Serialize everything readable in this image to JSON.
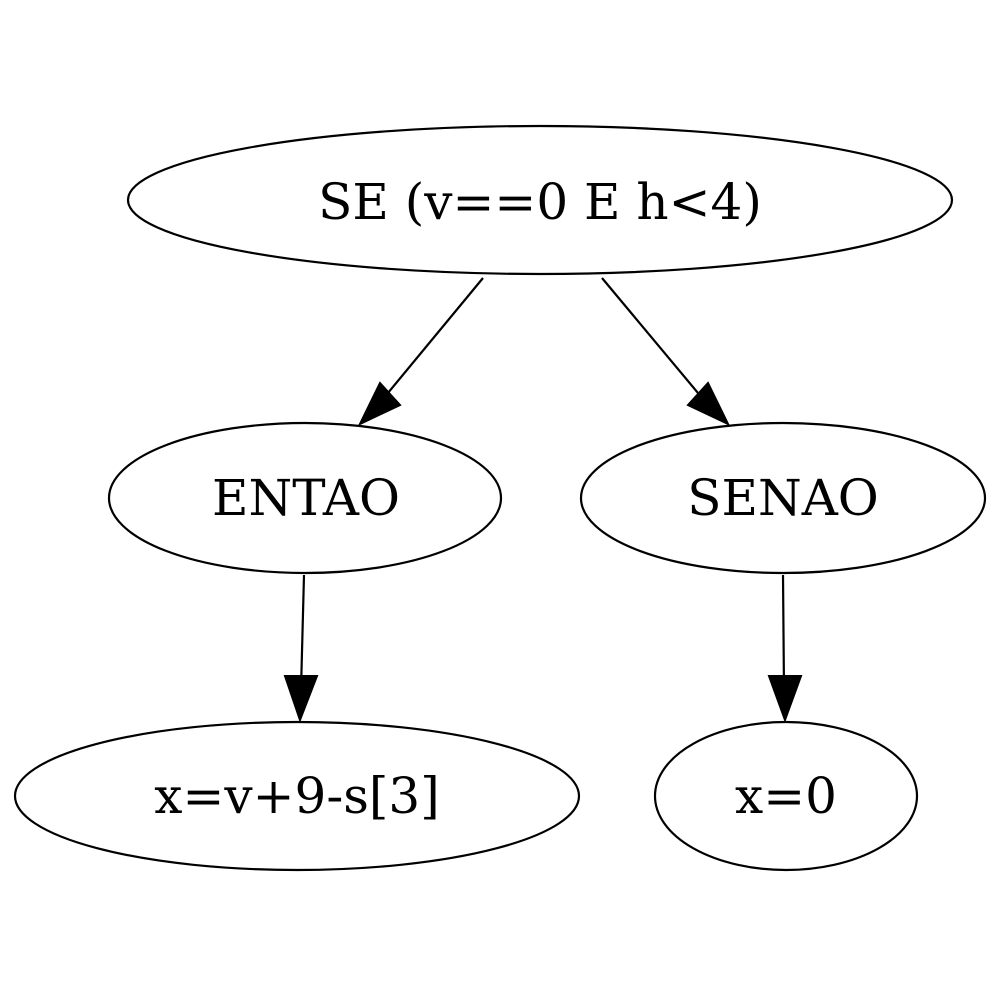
{
  "diagram": {
    "nodes": {
      "root": {
        "label": "SE (v==0 E h<4)"
      },
      "then": {
        "label": "ENTAO"
      },
      "else": {
        "label": "SENAO"
      },
      "then_stmt": {
        "label": "x=v+9-s[3]"
      },
      "else_stmt": {
        "label": "x=0"
      }
    },
    "edges": [
      {
        "from": "root",
        "to": "then"
      },
      {
        "from": "root",
        "to": "else"
      },
      {
        "from": "then",
        "to": "then_stmt"
      },
      {
        "from": "else",
        "to": "else_stmt"
      }
    ]
  }
}
